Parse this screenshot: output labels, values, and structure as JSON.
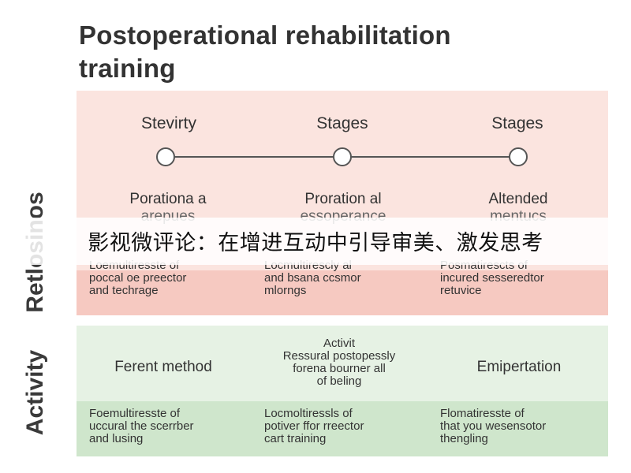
{
  "title": {
    "line1": "Postoperational rehabilitation",
    "line2": "training"
  },
  "side_labels": {
    "top": "Retlosinos",
    "bottom": "Activity"
  },
  "stages_row": {
    "headers": [
      "Stevirty",
      "Stages",
      "Stages"
    ]
  },
  "top_row": [
    {
      "line1": "Porationa a",
      "line2": "arepues"
    },
    {
      "line1": "Proration al",
      "line2": "essoperance"
    },
    {
      "line1": "Altended",
      "line2": "mentucs"
    }
  ],
  "top_details": [
    {
      "line1": "Loemultiresste of",
      "line2": "poccal oe preector",
      "line3": "and techrage"
    },
    {
      "line1": "Locmultirescly al",
      "line2": "and bsana ccsmor",
      "line3": "mlorngs"
    },
    {
      "line1": "Posmatirescts of",
      "line2": "incured sesseredtor",
      "line3": "retuvice"
    }
  ],
  "activity_row": [
    {
      "text": "Ferent method"
    },
    {
      "line1": "Activit",
      "line2": "Ressural postopessly",
      "line3": "forena bourner all",
      "line4": "of beling"
    },
    {
      "text": "Emipertation"
    }
  ],
  "activity_details": [
    {
      "line1": "Foemultiresste of",
      "line2": "uccural the scerrber",
      "line3": "and lusing"
    },
    {
      "line1": "Locmoltiressls of",
      "line2": "potiver ffor rreector",
      "line3": "cart training"
    },
    {
      "line1": "Flomatiresste of",
      "line2": "that you wesensotor",
      "line3": "thengling"
    }
  ],
  "banner": {
    "text": "影视微评论：在增进互动中引导审美、激发思考"
  },
  "colors": {
    "top_panel": "#fbe4df",
    "top_panel_lower": "#f6c9c1",
    "bottom_panel": "#e6f2e4",
    "bottom_panel_lower": "#cfe6cc"
  }
}
